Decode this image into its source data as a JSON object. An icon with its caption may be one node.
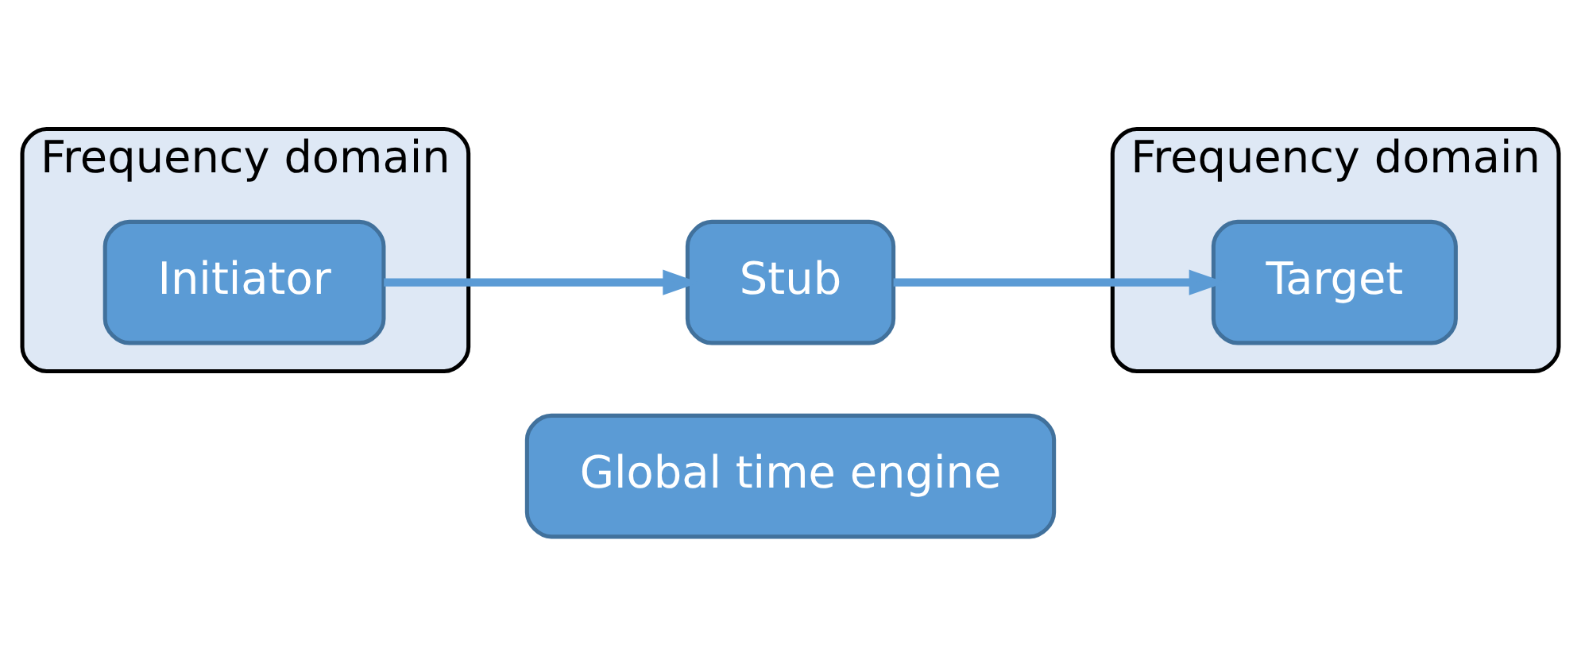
{
  "diagram": {
    "nodes": [
      {
        "text": [
          "Global time engine"
        ]
      },
      {
        "text": [
          "Frequency domain"
        ]
      },
      {
        "text": [
          "Initiator"
        ],
        "in": 1
      },
      {
        "text": [
          "Stub"
        ]
      },
      {
        "text": [
          "Frequency domain"
        ]
      },
      {
        "text": [
          "Target"
        ],
        "in": 4
      }
    ],
    "edges": [
      {
        "from": 2,
        "to": 3,
        "arrow": "to"
      },
      {
        "from": 3,
        "to": 5,
        "arrow": "to"
      }
    ]
  }
}
